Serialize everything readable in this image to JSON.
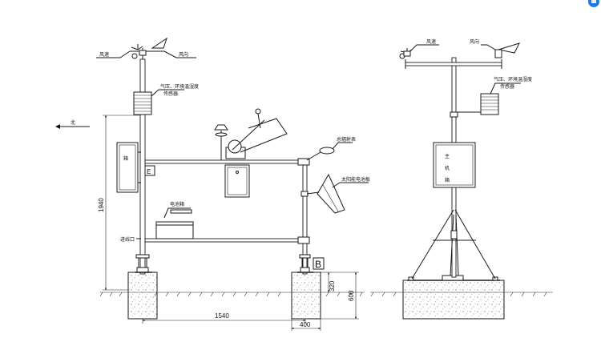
{
  "labels": {
    "wind_speed": "风速",
    "wind_direction": "风向",
    "pressure_sensor_l1": "气压、环境温湿度",
    "pressure_sensor_l2": "传感器",
    "north": "北",
    "sensor_box": "箱",
    "marker_e": "E",
    "radiation": "总辐射表",
    "solar_panel": "太阳能电池板",
    "battery": "电池箱",
    "marker_b": "B",
    "cable_port": "进线口",
    "host_1": "主",
    "host_2": "机",
    "host_3": "箱"
  },
  "dimensions": {
    "height": "1940",
    "width": "1540",
    "foundation_width": "400",
    "foundation_depth": "320",
    "foundation_total": "600"
  },
  "badge": {
    "color": "#1e7be0",
    "icon": "circle-badge-icon"
  }
}
